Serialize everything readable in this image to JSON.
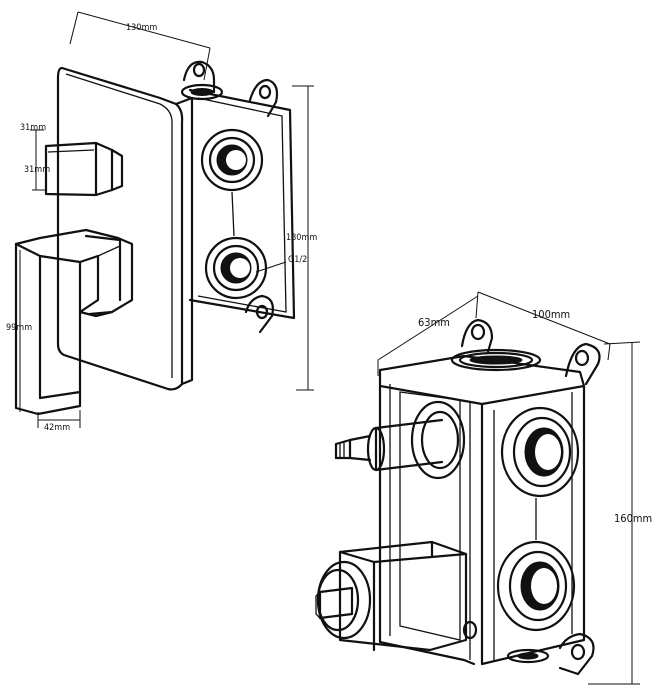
{
  "dimensions": {
    "plate_width": "130mm",
    "handle_block_depth": "31mm",
    "handle_block_height": "31mm",
    "plate_height": "180mm",
    "thread": "G1/2",
    "lever_length": "99mm",
    "lever_width": "42mm",
    "body_depth": "63mm",
    "body_width": "100mm",
    "body_height": "160mm"
  }
}
